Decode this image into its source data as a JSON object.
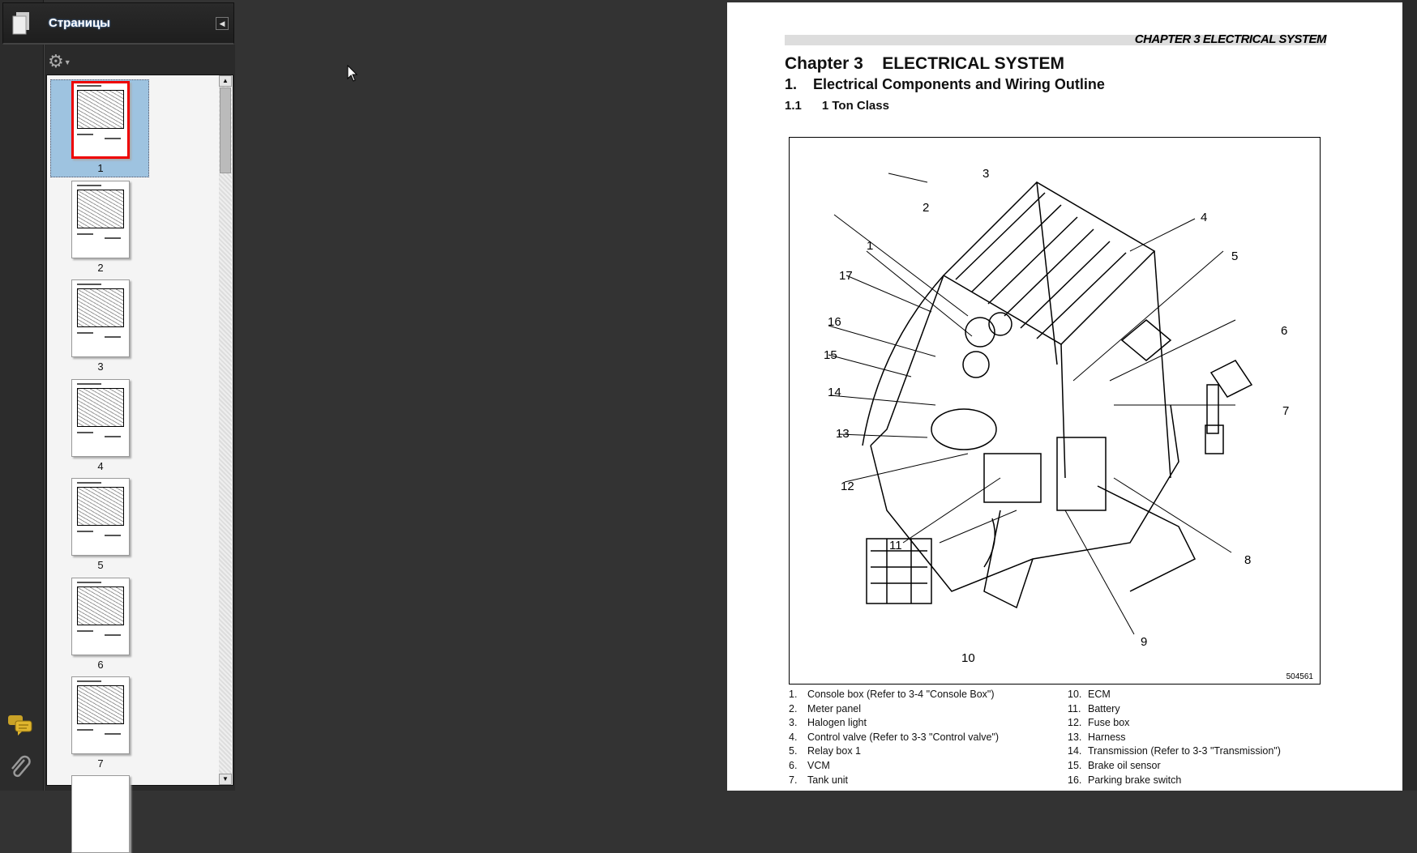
{
  "panel": {
    "title": "Страницы",
    "collapse_icon": "triangle-left",
    "options_icon": "gear"
  },
  "thumbnails": [
    {
      "label": "1",
      "selected": true
    },
    {
      "label": "2"
    },
    {
      "label": "3"
    },
    {
      "label": "4"
    },
    {
      "label": "5"
    },
    {
      "label": "6"
    },
    {
      "label": "7"
    }
  ],
  "page": {
    "running_header": "CHAPTER 3 ELECTRICAL SYSTEM",
    "chapter": "Chapter 3    ELECTRICAL SYSTEM",
    "section": "1.    Electrical Components and Wiring Outline",
    "subsection": "1.1      1 Ton Class",
    "figure": {
      "id": "504561",
      "callouts": [
        "1",
        "2",
        "3",
        "4",
        "5",
        "6",
        "7",
        "8",
        "9",
        "10",
        "11",
        "12",
        "13",
        "14",
        "15",
        "16",
        "17"
      ]
    },
    "legend_left": [
      {
        "n": "1.",
        "t": "Console box (Refer to 3-4 \"Console Box\")"
      },
      {
        "n": "2.",
        "t": "Meter panel"
      },
      {
        "n": "3.",
        "t": "Halogen light"
      },
      {
        "n": "4.",
        "t": "Control valve (Refer to 3-3 \"Control valve\")"
      },
      {
        "n": "5.",
        "t": "Relay box 1"
      },
      {
        "n": "6.",
        "t": "VCM"
      },
      {
        "n": "7.",
        "t": "Tank unit"
      }
    ],
    "legend_right": [
      {
        "n": "10.",
        "t": "ECM"
      },
      {
        "n": "11.",
        "t": "Battery"
      },
      {
        "n": "12.",
        "t": "Fuse box"
      },
      {
        "n": "13.",
        "t": "Harness"
      },
      {
        "n": "14.",
        "t": "Transmission (Refer to 3-3 \"Transmission\")"
      },
      {
        "n": "15.",
        "t": "Brake oil sensor"
      },
      {
        "n": "16.",
        "t": "Parking brake switch"
      }
    ]
  }
}
